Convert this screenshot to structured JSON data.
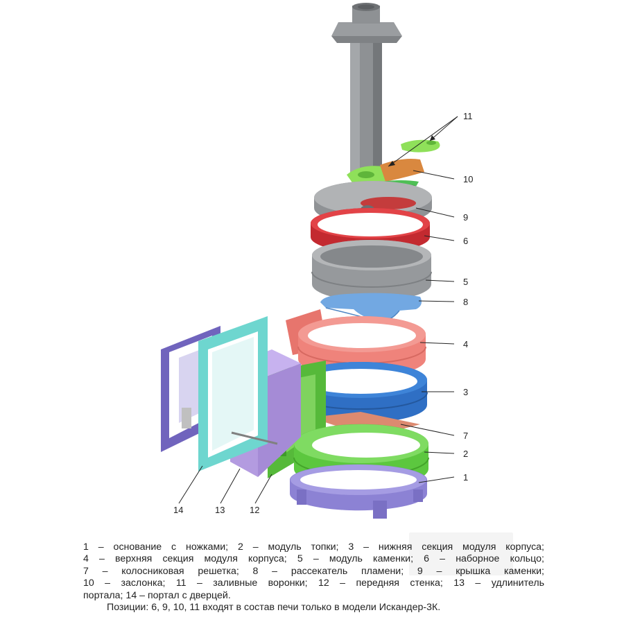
{
  "diagram": {
    "callouts": [
      {
        "id": "11",
        "label": "11"
      },
      {
        "id": "10",
        "label": "10"
      },
      {
        "id": "9",
        "label": "9"
      },
      {
        "id": "6",
        "label": "6"
      },
      {
        "id": "5",
        "label": "5"
      },
      {
        "id": "8",
        "label": "8"
      },
      {
        "id": "4",
        "label": "4"
      },
      {
        "id": "3",
        "label": "3"
      },
      {
        "id": "7",
        "label": "7"
      },
      {
        "id": "2",
        "label": "2"
      },
      {
        "id": "1",
        "label": "1"
      },
      {
        "id": "14",
        "label": "14"
      },
      {
        "id": "13",
        "label": "13"
      },
      {
        "id": "12",
        "label": "12"
      }
    ],
    "colors": {
      "chimney": "#8e9194",
      "cap_grey": "#a9abad",
      "ring_red": "#d8353a",
      "stone_grey": "#a3a5a8",
      "flame_blue": "#6fa6e0",
      "upper_salmon": "#ee7f78",
      "lower_blue": "#2f6fc4",
      "grate_brown": "#d98467",
      "fire_green": "#6cd54c",
      "base_purple": "#8f86d6",
      "portal_purple": "#6e63b8",
      "door_cyan": "#6ed6cf",
      "ext_lilac": "#b9a2e4",
      "wall_green": "#56b93a",
      "funnel_lime": "#8fe05a",
      "damper_orange": "#d9883f"
    }
  },
  "caption": {
    "lines": [
      "1 – основание с ножками; 2 – модуль топки; 3 – нижняя секция модуля корпуса;",
      "4 – верхняя секция модуля корпуса; 5 – модуль каменки; 6 – наборное кольцо;",
      "7 – колосниковая решетка; 8 – рассекатель пламени; 9 – крышка каменки;",
      "10 – заслонка; 11 – заливные воронки; 12 – передняя стенка; 13 – удлинитель",
      "портала; 14 – портал с дверцей."
    ],
    "note": "Позиции: 6, 9, 10, 11 входят в состав печи только в модели Искандер-3К."
  }
}
